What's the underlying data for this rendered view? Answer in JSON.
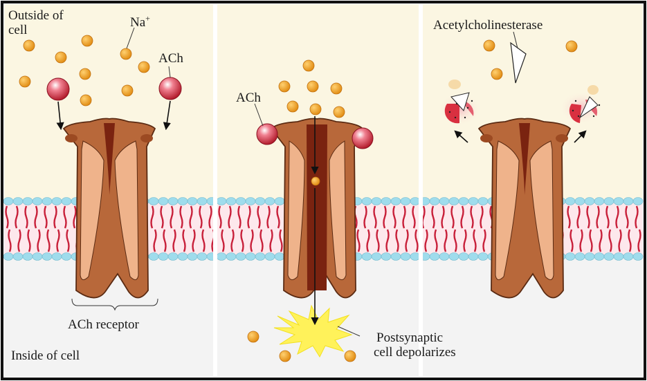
{
  "labels": {
    "outside_line1": "Outside of",
    "outside_line2": "cell",
    "sodium": "Na",
    "sodium_charge": "+",
    "ach_left": "ACh",
    "ach_middle": "ACh",
    "enzyme": "Acetylcholinesterase",
    "receptor": "ACh receptor",
    "inside": "Inside of cell",
    "postsynaptic_line1": "Postsynaptic",
    "postsynaptic_line2": "cell depolarizes"
  },
  "colors": {
    "extracellular": "#fbf6e2",
    "intracellular": "#f3f3f3",
    "lipid_head": "#9fdcec",
    "lipid_tail": "#c8203a",
    "receptor_body": "#b8683a",
    "receptor_light": "#efb38b",
    "channel_dark": "#7a2310",
    "sodium_ion": "#f3a420",
    "ach_molecule": "#d93040",
    "burst": "#fff25a",
    "border": "#111111"
  }
}
